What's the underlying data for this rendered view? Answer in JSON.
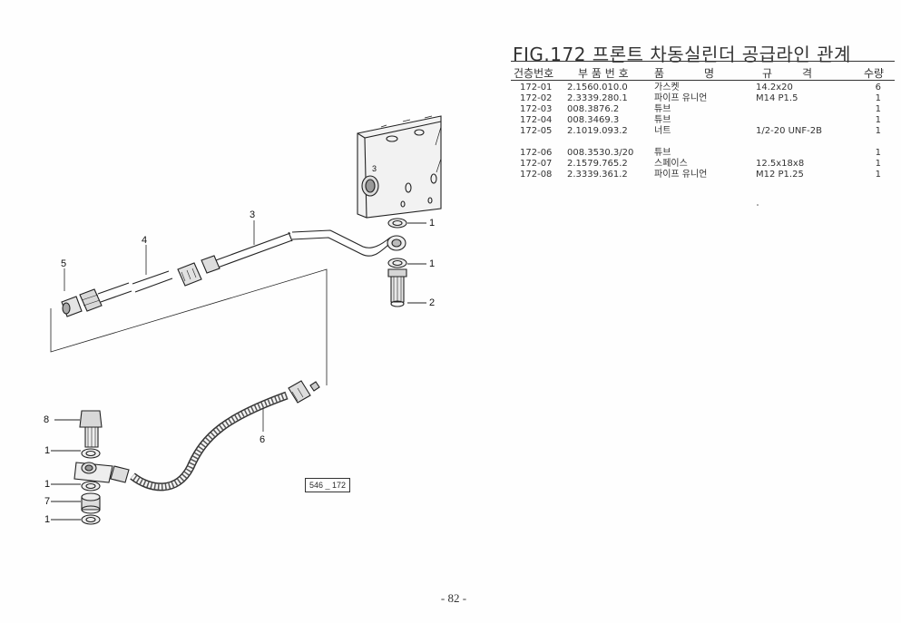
{
  "figure": {
    "title": "FIG.172 프론트 차동실린더 공급라인 관계",
    "reference_box": "546 _ 172",
    "page_number": "- 82 -"
  },
  "callouts": {
    "c1a": "1",
    "c1b": "1",
    "c2": "2",
    "c3": "3",
    "c4": "4",
    "c5": "5",
    "c6": "6",
    "c8": "8",
    "c1c": "1",
    "c1d": "1",
    "c7": "7",
    "c1e": "1"
  },
  "block_marks": {
    "m3": "3"
  },
  "parts_table": {
    "headers": {
      "no": "건층번호",
      "part_no": "부 품 번 호",
      "name_a": "품",
      "name_b": "명",
      "spec_a": "규",
      "spec_b": "격",
      "qty": "수량"
    },
    "rows": [
      {
        "no": "172-01",
        "part_no": "2.1560.010.0",
        "name": "가스켓",
        "spec": "14.2x20",
        "qty": "6"
      },
      {
        "no": "172-02",
        "part_no": "2.3339.280.1",
        "name": "파이프 유니언",
        "spec": "M14 P1.5",
        "qty": "1"
      },
      {
        "no": "172-03",
        "part_no": "008.3876.2",
        "name": "튜브",
        "spec": "",
        "qty": "1"
      },
      {
        "no": "172-04",
        "part_no": "008.3469.3",
        "name": "튜브",
        "spec": "",
        "qty": "1"
      },
      {
        "no": "172-05",
        "part_no": "2.1019.093.2",
        "name": "너트",
        "spec": "1/2-20 UNF-2B",
        "qty": "1"
      },
      {
        "no": "172-06",
        "part_no": "008.3530.3/20",
        "name": "튜브",
        "spec": "",
        "qty": "1"
      },
      {
        "no": "172-07",
        "part_no": "2.1579.765.2",
        "name": "스페이스",
        "spec": "12.5x18x8",
        "qty": "1"
      },
      {
        "no": "172-08",
        "part_no": "2.3339.361.2",
        "name": "파이프 유니언",
        "spec": "M12 P1.25",
        "qty": "1"
      }
    ]
  }
}
